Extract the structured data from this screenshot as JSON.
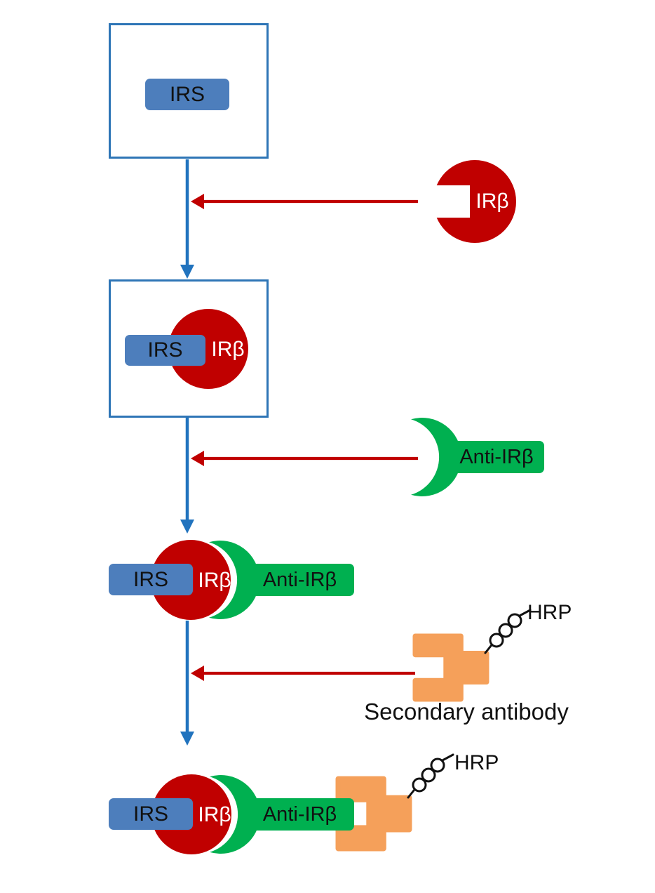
{
  "diagram": {
    "labels": {
      "irs": "IRS",
      "irb": "IRβ",
      "anti_irb": "Anti-IRβ",
      "hrp": "HRP",
      "secondary_antibody": "Secondary antibody"
    },
    "colors": {
      "blue_fill": "#4D7EBC",
      "blue_stroke": "#2E75B6",
      "blue_arrow": "#2173BE",
      "red_dark": "#C00000",
      "green": "#00B050",
      "orange": "#F5A05A",
      "text_dark": "#111111",
      "text_light": "#FFFFFF"
    }
  }
}
